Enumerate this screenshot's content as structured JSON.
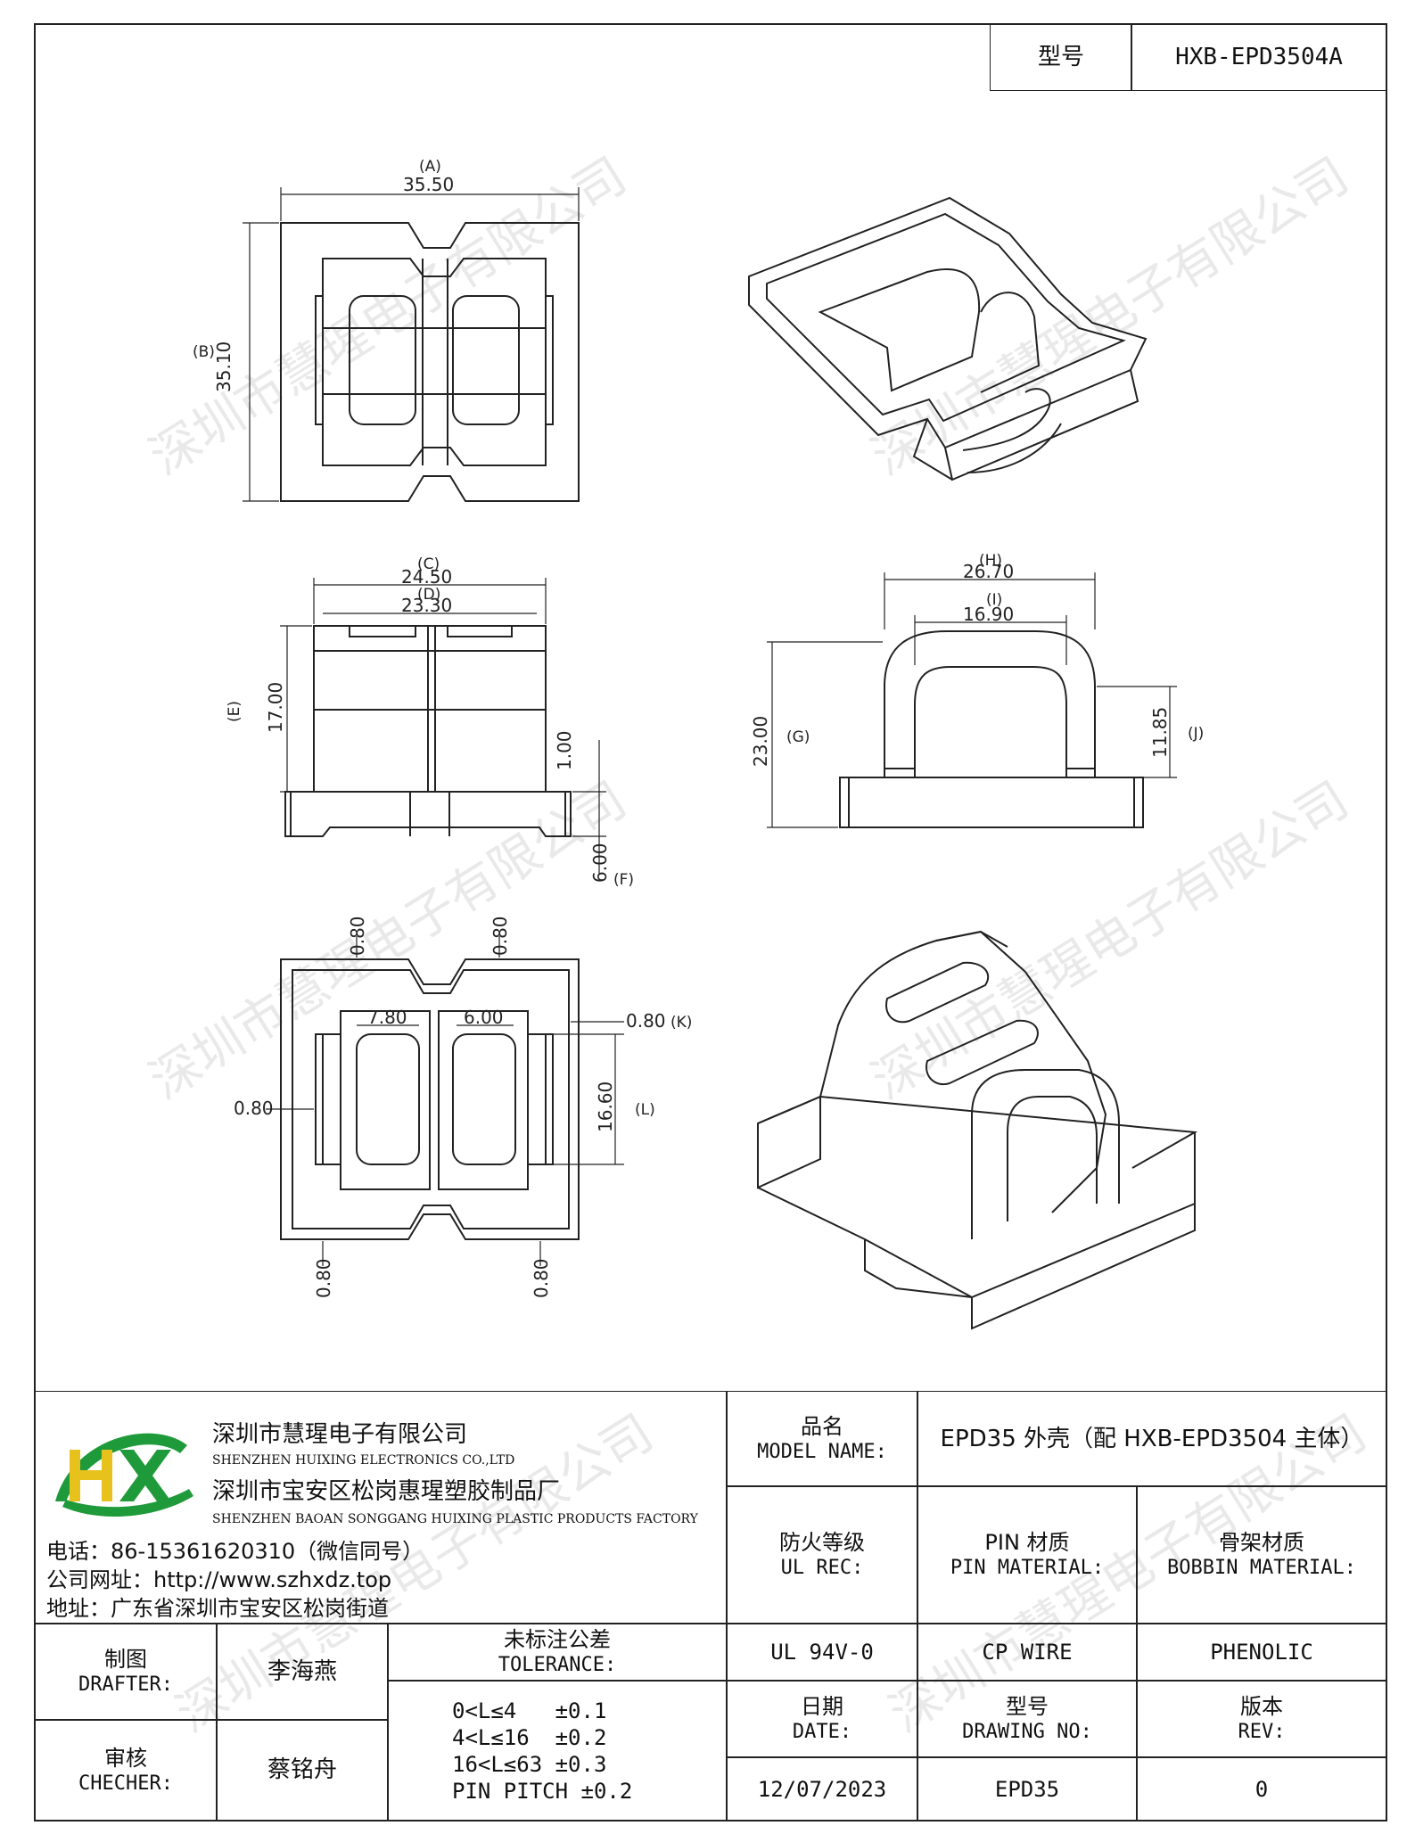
{
  "header": {
    "model_label": "型号",
    "model_value": "HXB-EPD3504A"
  },
  "dims": {
    "A": "(A)",
    "A_val": "35.50",
    "B": "(B)",
    "B_val": "35.10",
    "C": "(C)",
    "C_val": "24.50",
    "D": "(D)",
    "D_val": "23.30",
    "E": "(E)",
    "E_val": "17.00",
    "F": "(F)",
    "F_val": "6.00",
    "one_val": "1.00",
    "H": "(H)",
    "H_val": "26.70",
    "I": "(I)",
    "I_val": "16.90",
    "G": "(G)",
    "G_val": "23.00",
    "J": "(J)",
    "J_val": "11.85",
    "K": "(K)",
    "K_val": "0.80",
    "L": "(L)",
    "L_val": "16.60",
    "w1": "7.80",
    "w2": "6.00",
    "p1": "0.80",
    "p2": "0.80",
    "p3": "0.80",
    "p4": "0.80",
    "p5": "0.80"
  },
  "watermark": "深圳市慧瑆电子有限公司",
  "company": {
    "name1": "深圳市慧瑆电子有限公司",
    "name1_en": "SHENZHEN HUIXING ELECTRONICS CO.,LTD",
    "name2": "深圳市宝安区松岗惠瑆塑胶制品厂",
    "name2_en": "SHENZHEN BAOAN SONGGANG HUIXING PLASTIC PRODUCTS FACTORY",
    "phone": "电话：86-15361620310（微信同号）",
    "website": "公司网址：http://www.szhxdz.top",
    "address": "地址：广东省深圳市宝安区松岗街道",
    "logo_text": "HX",
    "colors": {
      "logo_green": "#1f9a3a",
      "logo_yellow": "#e8c21c"
    }
  },
  "titleblock": {
    "model_name_cn": "品名",
    "model_name_en": "MODEL NAME:",
    "model_name_value": "EPD35 外壳（配 HXB-EPD3504 主体）",
    "ul_cn": "防火等级",
    "ul_en": "UL REC:",
    "pin_cn": "PIN 材质",
    "pin_en": "PIN MATERIAL:",
    "bobbin_cn": "骨架材质",
    "bobbin_en": "BOBBIN MATERIAL:",
    "ul_value": "UL 94V-0",
    "pin_value": "CP WIRE",
    "bobbin_value": "PHENOLIC",
    "date_cn": "日期",
    "date_en": "DATE:",
    "drawing_cn": "型号",
    "drawing_en": "DRAWING NO:",
    "rev_cn": "版本",
    "rev_en": "REV:",
    "date_value": "12/07/2023",
    "drawing_value": "EPD35",
    "rev_value": "0",
    "drafter_cn": "制图",
    "drafter_en": "DRAFTER:",
    "drafter_name": "李海燕",
    "checker_cn": "审核",
    "checker_en": "CHECHER:",
    "checker_name": "蔡铭舟",
    "tol_cn": "未标注公差",
    "tol_en": "TOLERANCE:",
    "tol1": "0<L≤4   ±0.1",
    "tol2": "4<L≤16  ±0.2",
    "tol3": "16<L≤63 ±0.3",
    "tol4": "PIN PITCH ±0.2"
  }
}
